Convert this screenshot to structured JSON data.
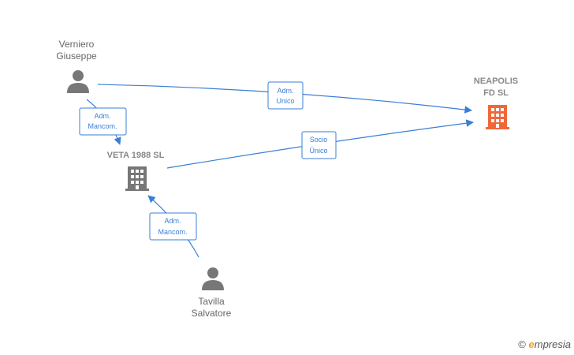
{
  "nodes": {
    "verniero": {
      "line1": "Verniero",
      "line2": "Giuseppe",
      "color": "#777777"
    },
    "neapolis": {
      "line1": "NEAPOLIS",
      "line2": "FD  SL",
      "color": "#f0683a"
    },
    "veta": {
      "line1": "VETA 1988  SL",
      "color": "#777777"
    },
    "tavilla": {
      "line1": "Tavilla",
      "line2": "Salvatore",
      "color": "#777777"
    }
  },
  "edges": {
    "verniero_neapolis": {
      "line1": "Adm.",
      "line2": "Unico"
    },
    "verniero_veta": {
      "line1": "Adm.",
      "line2": "Mancom."
    },
    "veta_neapolis": {
      "line1": "Socio",
      "line2": "Único"
    },
    "tavilla_veta": {
      "line1": "Adm.",
      "line2": "Mancom."
    }
  },
  "watermark": {
    "copyright": "©",
    "brand_first": "e",
    "brand_rest": "mpresia"
  },
  "colors": {
    "edge": "#3a7fd5",
    "person": "#777777",
    "company": "#777777",
    "target_company": "#f0683a"
  }
}
